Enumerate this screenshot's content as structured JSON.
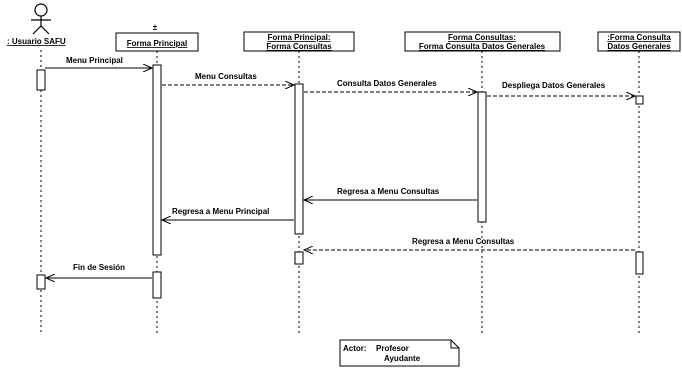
{
  "actor": {
    "name": ": Usuario SAFU"
  },
  "objects": [
    {
      "lines": [
        "Forma Principal"
      ]
    },
    {
      "lines": [
        "Forma Principal:",
        "Forma Consultas"
      ]
    },
    {
      "lines": [
        "Forma Consultas:",
        "Forma Consulta Datos Generales"
      ]
    },
    {
      "lines": [
        ":Forma Consulta",
        "Datos Generales"
      ]
    }
  ],
  "messages": [
    {
      "label": "Menu Principal"
    },
    {
      "label": "Menu Consultas"
    },
    {
      "label": "Consulta Datos Generales"
    },
    {
      "label": "Despliega Datos Generales"
    },
    {
      "label": "Regresa a Menu Consultas"
    },
    {
      "label": "Regresa a Menu Principal"
    },
    {
      "label": "Regresa a Menu Consultas"
    },
    {
      "label": "Fin de Sesión"
    }
  ],
  "note": {
    "prefix": "Actor:",
    "line1": "Profesor",
    "line2": "Ayudante"
  }
}
